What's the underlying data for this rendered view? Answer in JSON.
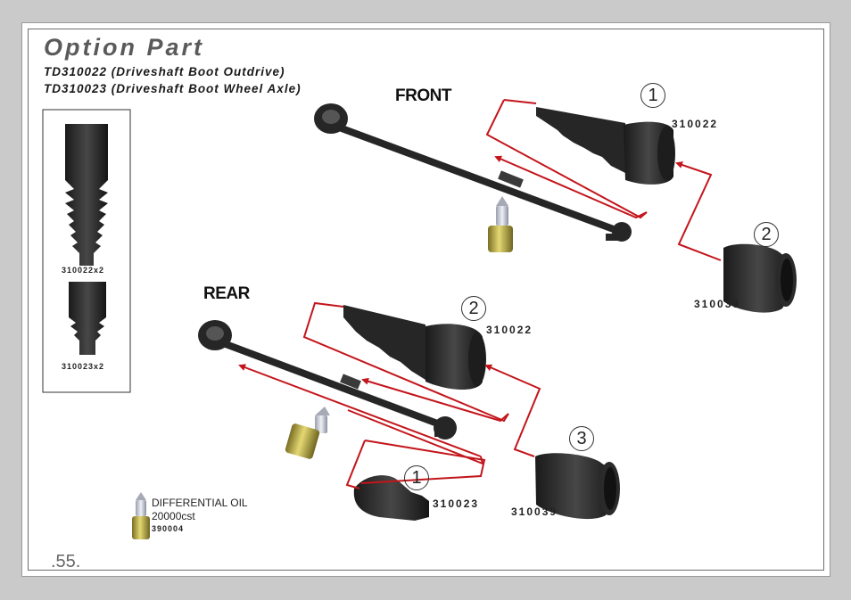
{
  "header": {
    "title": "Option Part",
    "line1": "TD310022 (Driveshaft Boot Outdrive)",
    "line2": "TD310023 (Driveshaft Boot Wheel Axle)"
  },
  "sections": {
    "front": "FRONT",
    "rear": "REAR"
  },
  "inset": {
    "label_top": "310022x2",
    "label_bottom": "310023x2"
  },
  "front": {
    "step1": "1",
    "step2": "2",
    "boot_part": "310022",
    "cup_part": "310039"
  },
  "rear": {
    "step1": "1",
    "step2": "2",
    "step3": "3",
    "boot_part": "310022",
    "small_boot_part": "310023",
    "cup_part": "310039"
  },
  "oil": {
    "name": "DIFFERENTIAL OIL",
    "viscosity": "20000cst",
    "part": "390004"
  },
  "footer": {
    "page_number": ".55."
  },
  "colors": {
    "arrow": "#c3151b",
    "part": "#262626",
    "oil_gold": "#c2b44a"
  }
}
